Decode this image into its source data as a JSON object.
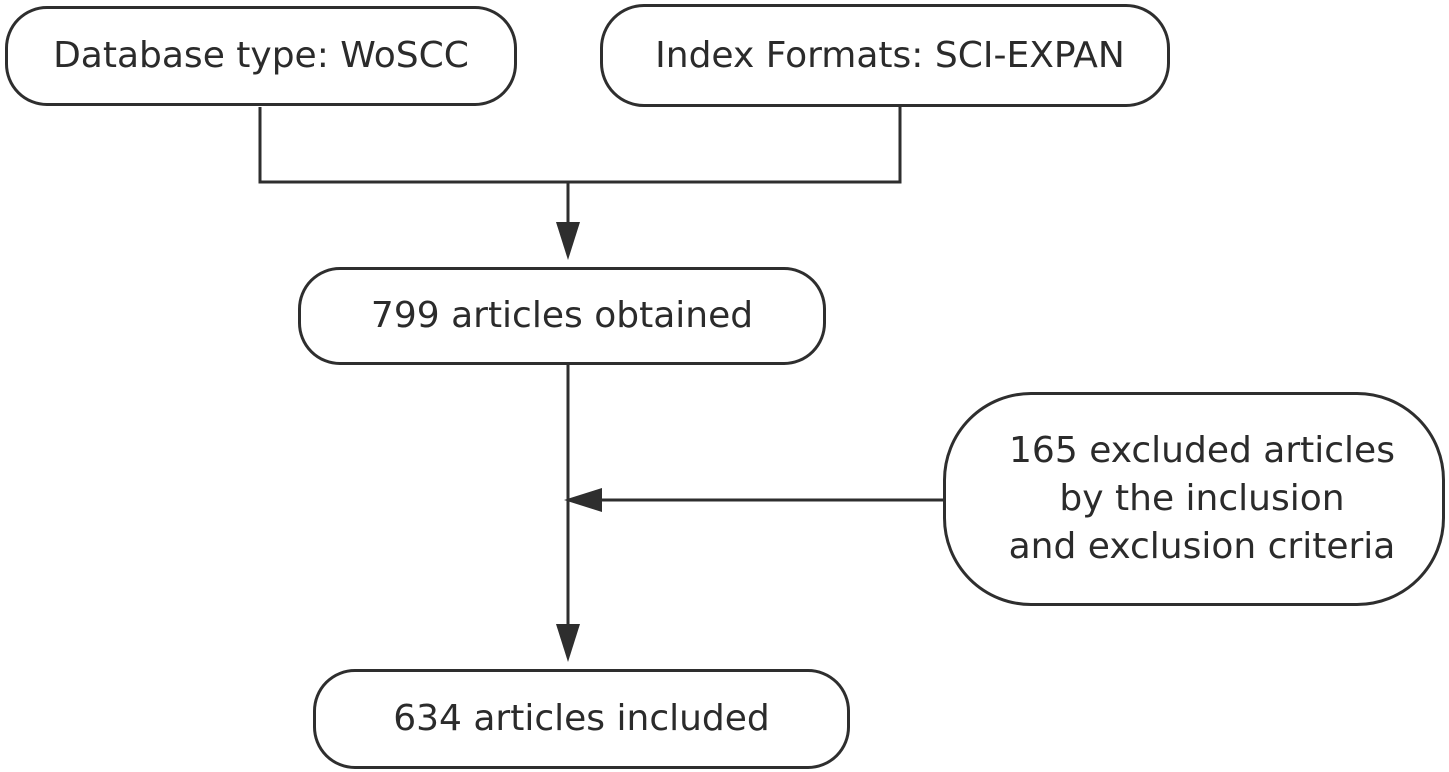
{
  "nodes": {
    "database_type": "Database type: WoSCC",
    "index_formats": "Index Formats: SCI-EXPAN",
    "obtained": "799 articles obtained",
    "excluded": "165 excluded articles\nby the inclusion\nand exclusion criteria",
    "included": "634 articles included"
  },
  "colors": {
    "stroke": "#2e2e2e",
    "text": "#2b2b2b",
    "background": "#ffffff"
  }
}
